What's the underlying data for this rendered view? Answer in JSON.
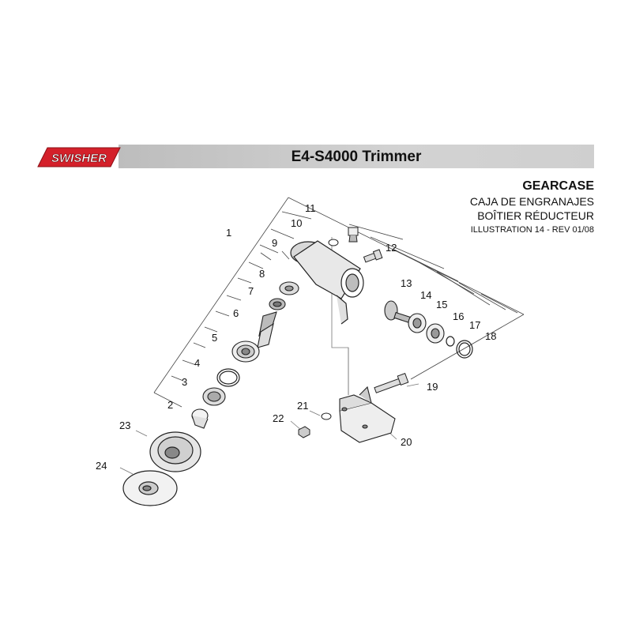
{
  "brand": {
    "logo_text": "SWISHER",
    "accent": "#d4202a"
  },
  "banner": {
    "title": "E4-S4000 Trimmer"
  },
  "heading": {
    "title": "GEARCASE",
    "subtitle_es": "CAJA DE ENGRANAJES",
    "subtitle_fr": "BOÎTIER RÉDUCTEUR",
    "illustration": "ILLUSTRATION 14 - REV 01/08"
  },
  "parts": [
    "1",
    "2",
    "3",
    "4",
    "5",
    "6",
    "7",
    "8",
    "9",
    "10",
    "11",
    "12",
    "13",
    "14",
    "15",
    "16",
    "17",
    "18",
    "19",
    "20",
    "21",
    "22",
    "23",
    "24"
  ]
}
